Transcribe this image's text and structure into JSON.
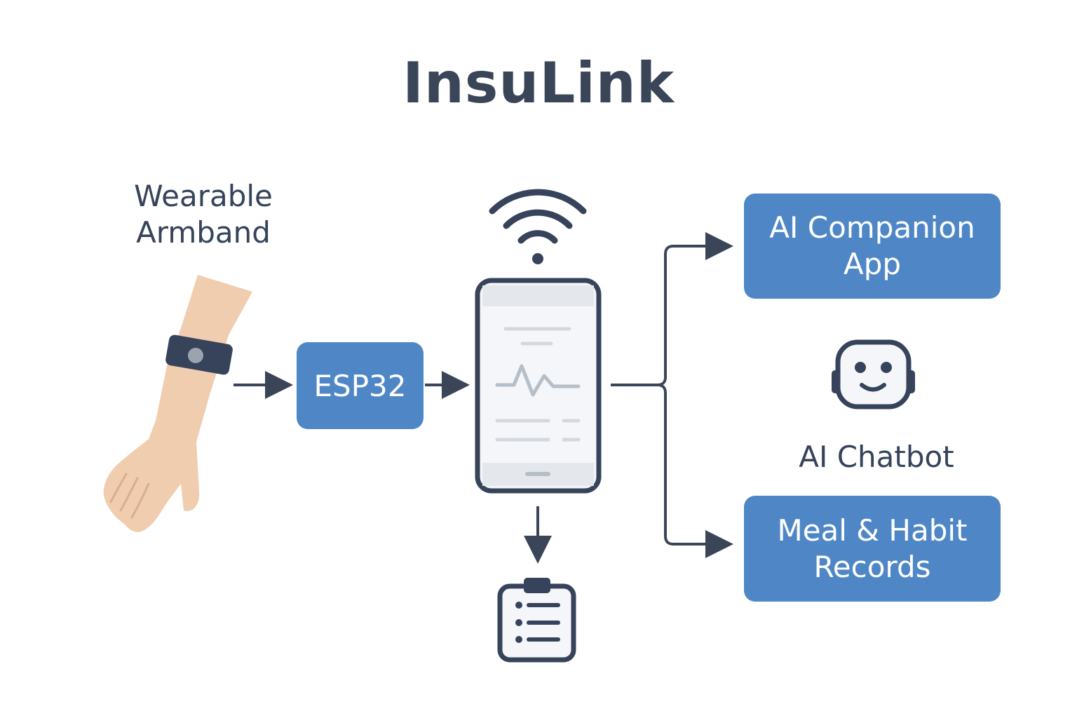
{
  "title": "InsuLink",
  "wearable": {
    "label_line1": "Wearable",
    "label_line2": "Armband"
  },
  "esp": {
    "label": "ESP32"
  },
  "companion": {
    "label_line1": "AI Companion",
    "label_line2": "App"
  },
  "chatbot": {
    "label": "AI Chatbot"
  },
  "records": {
    "label_line1": "Meal & Habit",
    "label_line2": "Records"
  },
  "icons": {
    "arm": "arm-with-armband-icon",
    "wifi": "wifi-icon",
    "phone": "smartphone-icon",
    "robot": "robot-face-icon",
    "clipboard": "clipboard-list-icon"
  },
  "colors": {
    "box_fill": "#4f87c6",
    "dark": "#3a4558",
    "skin": "#f1cdb0",
    "band": "#36435a"
  }
}
